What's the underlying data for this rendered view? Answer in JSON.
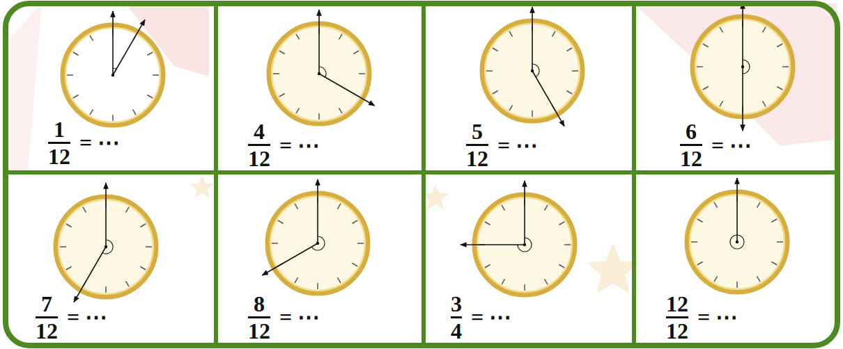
{
  "diagram": {
    "nodes": [
      {
        "text": [
          "1",
          "12",
          "= ⋯"
        ]
      },
      {
        "text": [
          "4",
          "12",
          "= ⋯"
        ]
      },
      {
        "text": [
          "5",
          "12",
          "= ⋯"
        ]
      },
      {
        "text": [
          "6",
          "12",
          "= ⋯"
        ]
      },
      {
        "text": [
          "7",
          "12",
          "= ⋯"
        ]
      },
      {
        "text": [
          "8",
          "12",
          "= ⋯"
        ]
      },
      {
        "text": [
          "3",
          "4",
          "= ⋯"
        ]
      },
      {
        "text": [
          "12",
          "12",
          "= ⋯"
        ]
      }
    ]
  }
}
